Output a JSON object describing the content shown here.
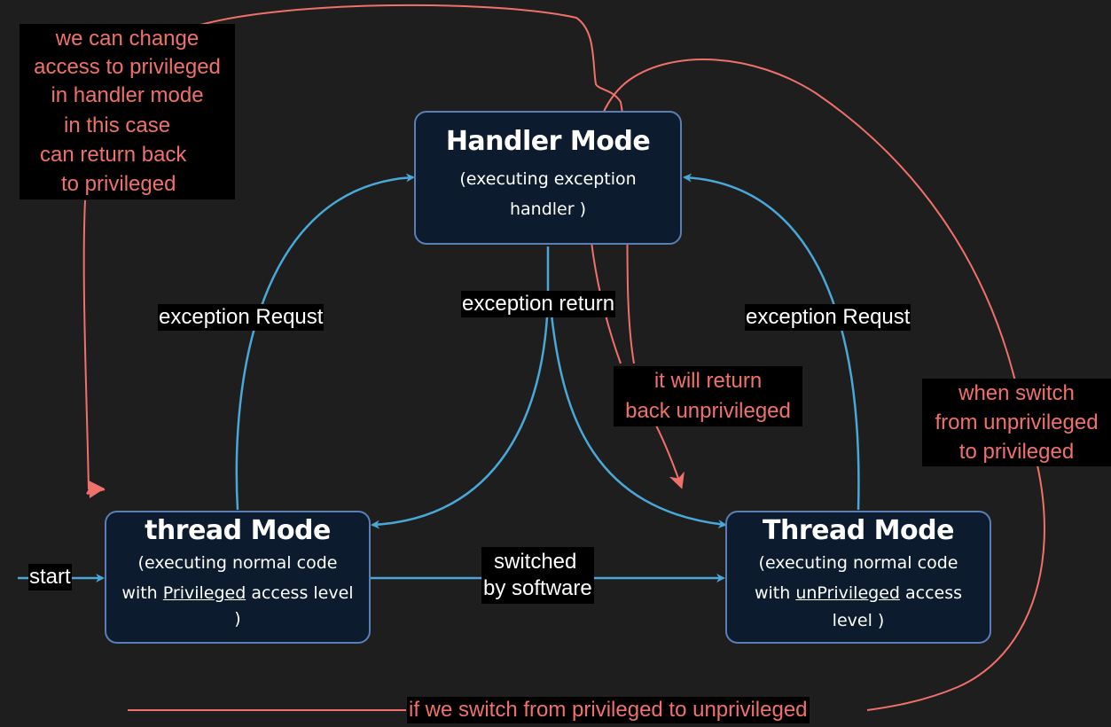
{
  "nodes": {
    "handler": {
      "title": "Handler Mode",
      "desc_line1": "(executing exception",
      "desc_line2": "handler )"
    },
    "thread_priv": {
      "title": "thread Mode",
      "desc_line1": "(executing normal code",
      "desc_pre": "with ",
      "desc_u": "Privileged",
      "desc_post": " access level",
      "desc_line3": ")"
    },
    "thread_unpriv": {
      "title": "Thread Mode",
      "desc_line1": "(executing normal code",
      "desc_pre": "with ",
      "desc_u": "unPrivileged",
      "desc_post": " access",
      "desc_line3": "level )"
    }
  },
  "edges": {
    "exception_request_left": "exception Requst",
    "exception_request_right": "exception Requst",
    "exception_return": "exception return",
    "switched_line1": "switched",
    "switched_line2": "by software",
    "start": "start"
  },
  "notes": {
    "handler_change": [
      "we can change",
      "access to privileged",
      "in handler mode",
      "in this case",
      "can return back",
      "to privileged"
    ],
    "return_unpriv": [
      "it will return",
      "back unprivileged"
    ],
    "switch_to_priv": [
      "when switch",
      "from unprivileged",
      "to privileged"
    ],
    "switch_to_unpriv": "if we switch from privileged to unprivileged"
  },
  "colors": {
    "background": "#1e1e1e",
    "node_fill": "#0c1b2e",
    "node_border": "#5b7fb5",
    "blue_edge": "#4aa8d8",
    "red_note": "#f0716b"
  }
}
